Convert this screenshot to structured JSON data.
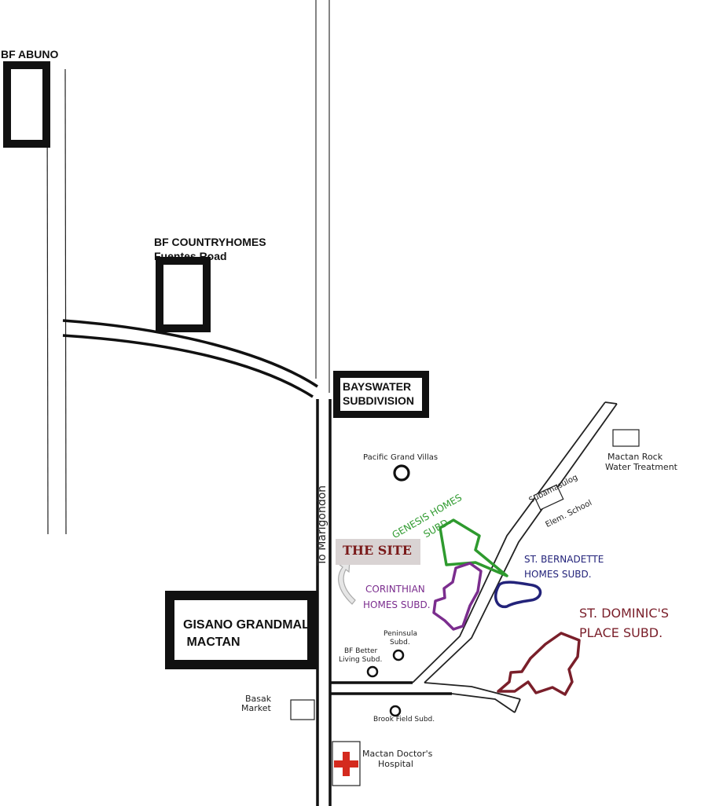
{
  "labels": {
    "bf_abuno": "BF ABUNO",
    "bf_countryhomes_1": "BF COUNTRYHOMES",
    "bf_countryhomes_2": "Fuentes Road",
    "bayswater_1": "BAYSWATER",
    "bayswater_2": "SUBDIVISION",
    "to_marigondon": "To Marigondon",
    "pacific_grand_villas": "Pacific Grand Villas",
    "genesis_1": "GENESIS HOMES",
    "genesis_2": "SUBD.",
    "the_site": "THE SITE",
    "corinthian_1": "CORINTHIAN",
    "corinthian_2": "HOMES SUBD.",
    "st_bernadette_1": "ST. BERNADETTE",
    "st_bernadette_2": "HOMES SUBD.",
    "st_dominic_1": "ST. DOMINIC'S",
    "st_dominic_2": "PLACE SUBD.",
    "gisano_1": "GISANO GRANDMALL",
    "gisano_2": " MACTAN",
    "peninsula_1": "Peninsula",
    "peninsula_2": "Subd.",
    "bf_better_1": "BF Better",
    "bf_better_2": "Living Subd.",
    "basak_1": "Basak",
    "basak_2": "Market",
    "brook_field": "Brook Field Subd.",
    "mactan_doctors_1": "Mactan Doctor's",
    "mactan_doctors_2": "Hospital",
    "subamasulog": "Subamasulog",
    "elem_school": "Elem. School",
    "mactan_rock_1": "Mactan Rock",
    "mactan_rock_2": "Water Treatment"
  },
  "colors": {
    "genesis": "#2e9a2e",
    "corinthian": "#7b2d8e",
    "st_bernadette": "#23237a",
    "st_dominic": "#7a1f2a",
    "site_text": "#7a1a1a",
    "hospital_cross": "#d42a1e"
  },
  "icons": [
    "hospital-cross-icon",
    "curved-arrow-icon"
  ]
}
